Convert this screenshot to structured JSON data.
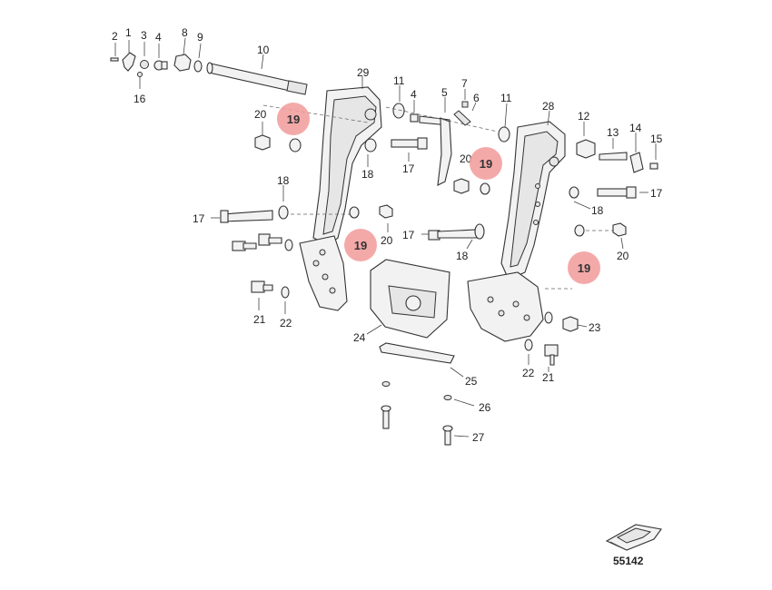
{
  "figure_number": "55142",
  "hotspot_label": "19",
  "part_labels": {
    "p1": "1",
    "p2": "2",
    "p3": "3",
    "p4": "4",
    "p5": "5",
    "p6": "6",
    "p7": "7",
    "p8": "8",
    "p9": "9",
    "p10": "10",
    "p11": "11",
    "p12": "12",
    "p13": "13",
    "p14": "14",
    "p15": "15",
    "p16": "16",
    "p17": "17",
    "p18": "18",
    "p20": "20",
    "p21": "21",
    "p22": "22",
    "p23": "23",
    "p24": "24",
    "p25": "25",
    "p26": "26",
    "p27": "27",
    "p28": "28",
    "p29": "29"
  },
  "colors": {
    "hotspot": "#f29a9a",
    "line": "#333333"
  }
}
